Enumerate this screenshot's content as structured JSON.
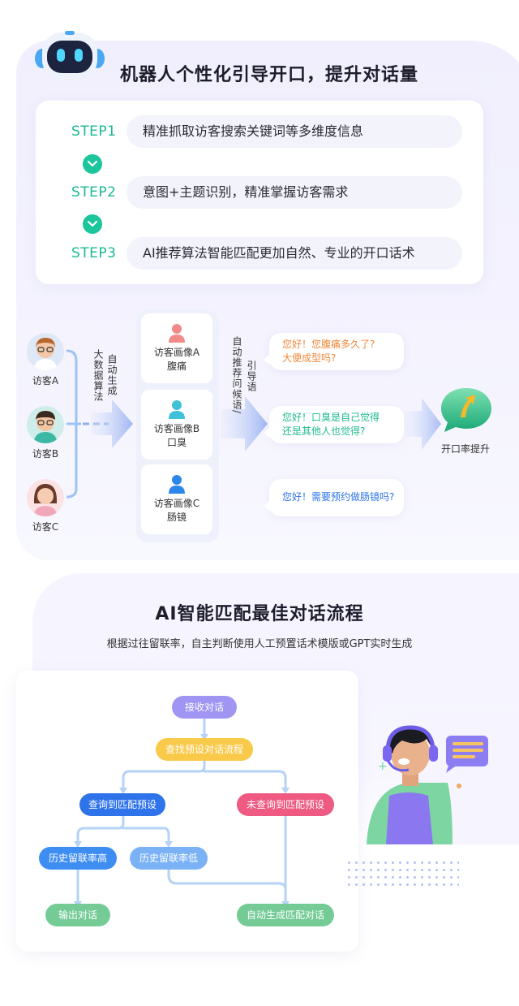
{
  "section1": {
    "title": "机器人个性化引导开口，提升对话量",
    "steps": [
      {
        "label": "STEP1",
        "text": "精准抓取访客搜索关键词等多维度信息"
      },
      {
        "label": "STEP2",
        "text": "意图+主题识别，精准掌握访客需求"
      },
      {
        "label": "STEP3",
        "text": "AI推荐算法智能匹配更加自然、专业的开口话术"
      }
    ]
  },
  "flow1": {
    "visitors": [
      "访客A",
      "访客B",
      "访客C"
    ],
    "label_auto": "自动生成",
    "label_bigdata": "大数据算法",
    "personas": [
      {
        "title": "访客画像A",
        "sub": "腹痛"
      },
      {
        "title": "访客画像B",
        "sub": "口臭"
      },
      {
        "title": "访客画像C",
        "sub": "肠镜"
      }
    ],
    "label_recommend": "自动推荐问候语/",
    "label_guide": "引导语",
    "bubbles": [
      {
        "line1": "您好！您腹痛多久了?",
        "line2": "大便成型吗?"
      },
      {
        "line1": "您好！口臭是自己觉得",
        "line2": "还是其他人也觉得?"
      },
      {
        "line1": "您好！需要预约做肠镜吗?",
        "line2": ""
      }
    ],
    "result_label": "开口率提升",
    "colors": {
      "persona_a": "#f28a8a",
      "persona_b": "#3fc2d8",
      "persona_c": "#2d86ea"
    }
  },
  "section2": {
    "title": "AI智能匹配最佳对话流程",
    "subtitle": "根据过往留联率，自主判断使用人工预置话术模版或GPT实时生成",
    "nodes": {
      "receive": "接收对话",
      "lookup": "查找预设对话流程",
      "found": "查询到匹配预设",
      "not_found": "未查询到匹配预设",
      "high": "历史留联率高",
      "low": "历史留联率低",
      "output": "输出对话",
      "auto": "自动生成匹配对话"
    }
  }
}
